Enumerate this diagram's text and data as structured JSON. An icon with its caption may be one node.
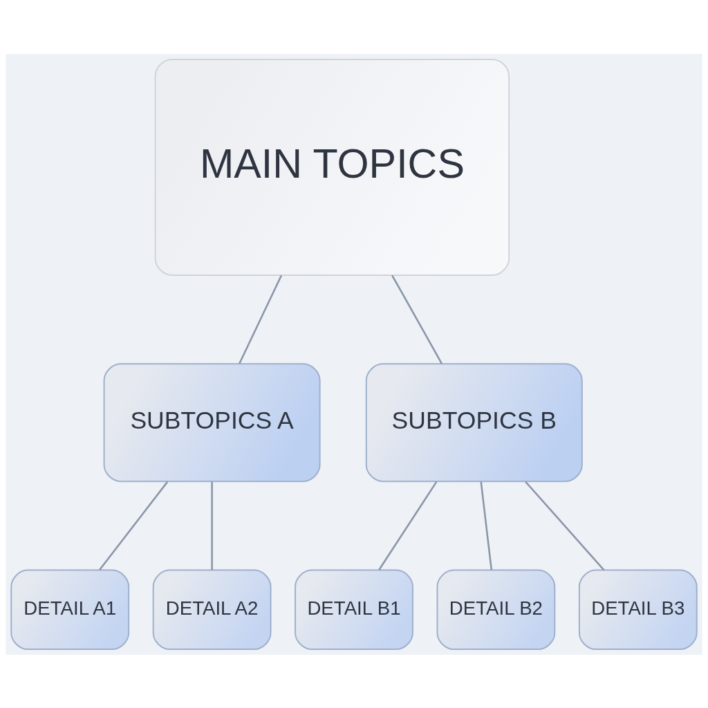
{
  "diagram": {
    "nodes": [
      {
        "text": [
          "MAIN TOPICS"
        ]
      },
      {
        "text": [
          "SUBTOPICS A"
        ]
      },
      {
        "text": [
          "SUBTOPICS B"
        ]
      },
      {
        "text": [
          "DETAIL A1"
        ]
      },
      {
        "text": [
          "DETAIL A2"
        ]
      },
      {
        "text": [
          "DETAIL B1"
        ]
      },
      {
        "text": [
          "DETAIL B2"
        ]
      },
      {
        "text": [
          "DETAIL B3"
        ]
      }
    ],
    "edges": [
      {
        "from": 0,
        "to": 1,
        "arrow": "none"
      },
      {
        "from": 0,
        "to": 2,
        "arrow": "none"
      },
      {
        "from": 1,
        "to": 3,
        "arrow": "none"
      },
      {
        "from": 1,
        "to": 4,
        "arrow": "none"
      },
      {
        "from": 2,
        "to": 5,
        "arrow": "none"
      },
      {
        "from": 2,
        "to": 6,
        "arrow": "none"
      },
      {
        "from": 2,
        "to": 7,
        "arrow": "none"
      }
    ]
  }
}
